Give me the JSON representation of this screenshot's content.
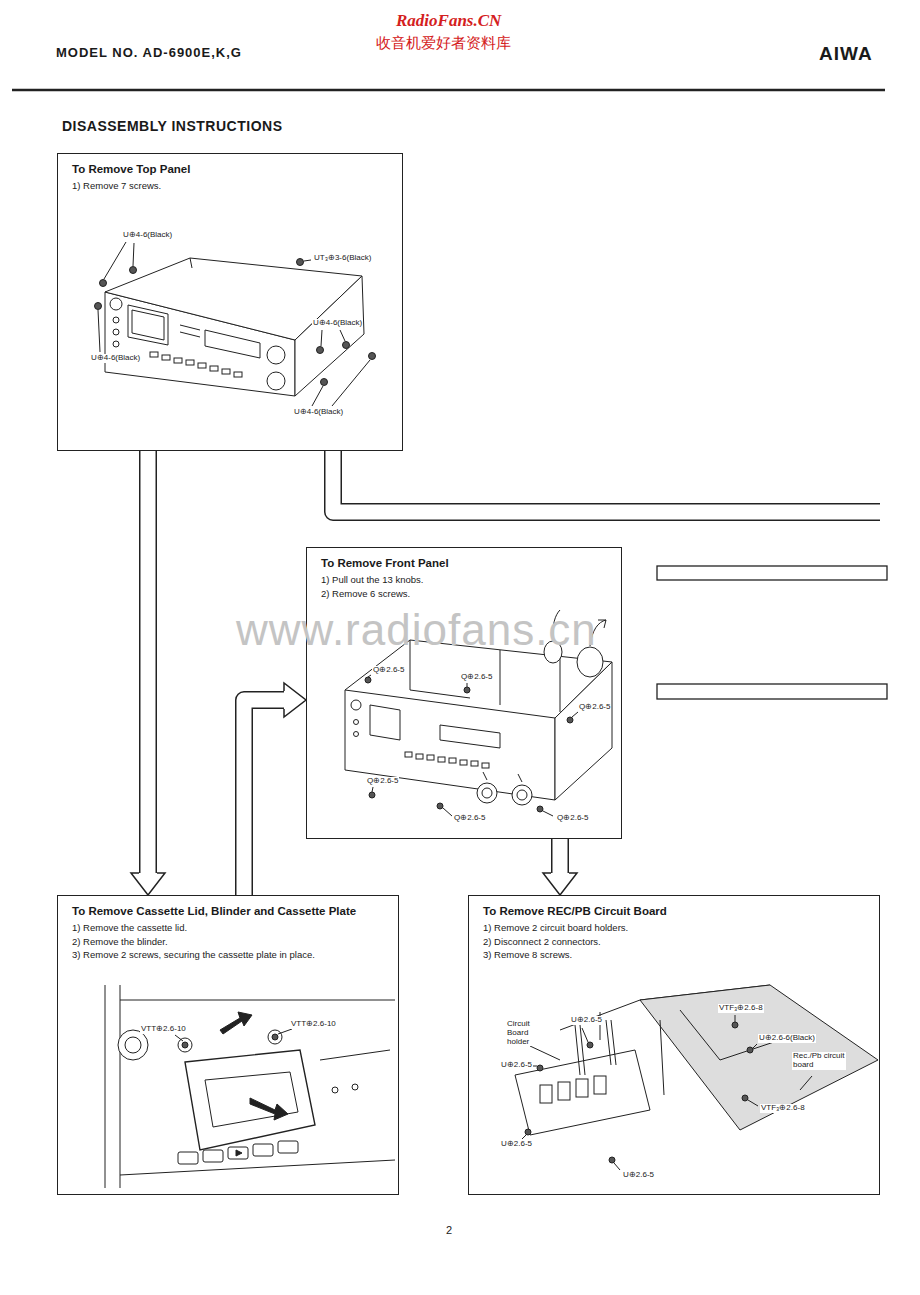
{
  "diagram": {
    "title": "DISASSEMBLY INSTRUCTIONS",
    "nodes": [
      {
        "text": [
          "To Remove Top Panel",
          "1) Remove 7 screws."
        ]
      },
      {
        "text": [
          "To Remove Front Panel",
          "1) Pull out the 13 knobs.",
          "2) Remove 6 screws."
        ]
      },
      {
        "text": [
          "To Remove Cassette Lid, Blinder and Cassette Plate",
          "1) Remove the cassette lid.",
          "2) Remove the blinder.",
          "3) Remove 2 screws, securing the cassette plate in place."
        ]
      },
      {
        "text": [
          "To Remove REC/PB Circuit Board",
          "1) Remove 2 circuit board holders.",
          "2) Disconnect 2 connectors.",
          "3) Remove 8 screws."
        ]
      }
    ],
    "edges": [
      {
        "from": 0,
        "to": 2,
        "arrow": "to"
      },
      {
        "from": 2,
        "to": 1,
        "arrow": "to"
      },
      {
        "from": 1,
        "to": 3,
        "arrow": "to"
      }
    ],
    "labels": [
      "RadioFans.CN",
      "收音机爱好者资料库",
      "MODEL NO. AD-6900E,K,G",
      "AIWA",
      "U⊕4-6(Black)",
      "UT₃⊕3-6(Black)",
      "U⊕4-6(Black)",
      "U⊕4-6(Black)",
      "U⊕4-6(Black)",
      "www.radiofans.cn",
      "Q⊕2.6-5",
      "Q⊕2.6-5",
      "Q⊕2.6-5",
      "Q⊕2.6-5",
      "Q⊕2.6-5",
      "Q⊕2.6-5",
      "VTT⊕2.6-10",
      "VTT⊕2.6-10",
      "Circuit Board holder",
      "U⊕2.6-5",
      "VTF₃⊕2.6-8",
      "U⊕2.6-6(Black)",
      "Rec./Pb circuit board",
      "U⊕2.6-5",
      "VTF₃⊕2.6-8",
      "U⊕2.6-5",
      "U⊕2.6-5",
      "2"
    ]
  }
}
